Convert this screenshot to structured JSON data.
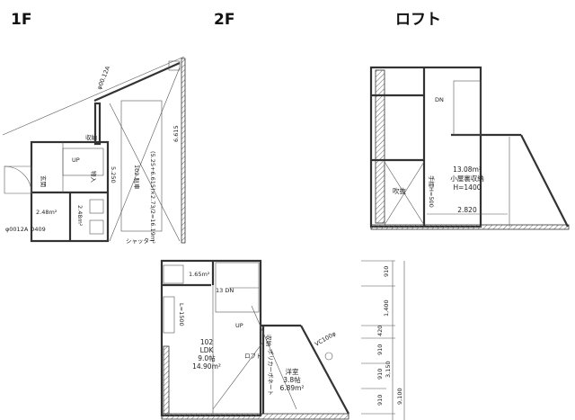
{
  "titles": {
    "f1": "1F",
    "f2": "2F",
    "loft": "ロフト"
  },
  "floor1": {
    "parking_area": "5.250",
    "parking_label": "102 駐車",
    "parking_formula": "(5.25+6.615)×2.73/2=16.19m²",
    "wall_length": "6.615",
    "entrance": "玄関",
    "closet": "物入",
    "wc_area": "2.48m²",
    "bath_area": "2.48m²",
    "pipe_top": "φ00.12A",
    "pipe_left": "φ0012A D409",
    "shutter": "シャッター",
    "storage": "収納",
    "up": "UP"
  },
  "floor2": {
    "toilet_area": "1.65m²",
    "stair_dn": "13 DN",
    "stair_up": "UP",
    "kitchen": "L=1500",
    "ldk_num": "102",
    "ldk_label": "LDK",
    "ldk_tatami": "9.0帖",
    "ldk_area": "14.90m²",
    "loft_mark": "ロフト",
    "partition": "ポリカーボネート",
    "room_label": "洋室",
    "room_tatami": "3.8帖",
    "room_area": "6.89m²",
    "vent": "VC100φ",
    "storage": "収納"
  },
  "loft": {
    "dn": "DN",
    "area": "13.08m²",
    "label": "小屋裏収納",
    "height": "H=1400",
    "atrium": "吹抜",
    "handrail": "手摺H=500",
    "width": "2.820"
  },
  "dimensions": {
    "segments": [
      "910",
      "1,400",
      "420",
      "910",
      "910",
      "910"
    ],
    "sub_total": "3,150",
    "total": "9,100"
  }
}
